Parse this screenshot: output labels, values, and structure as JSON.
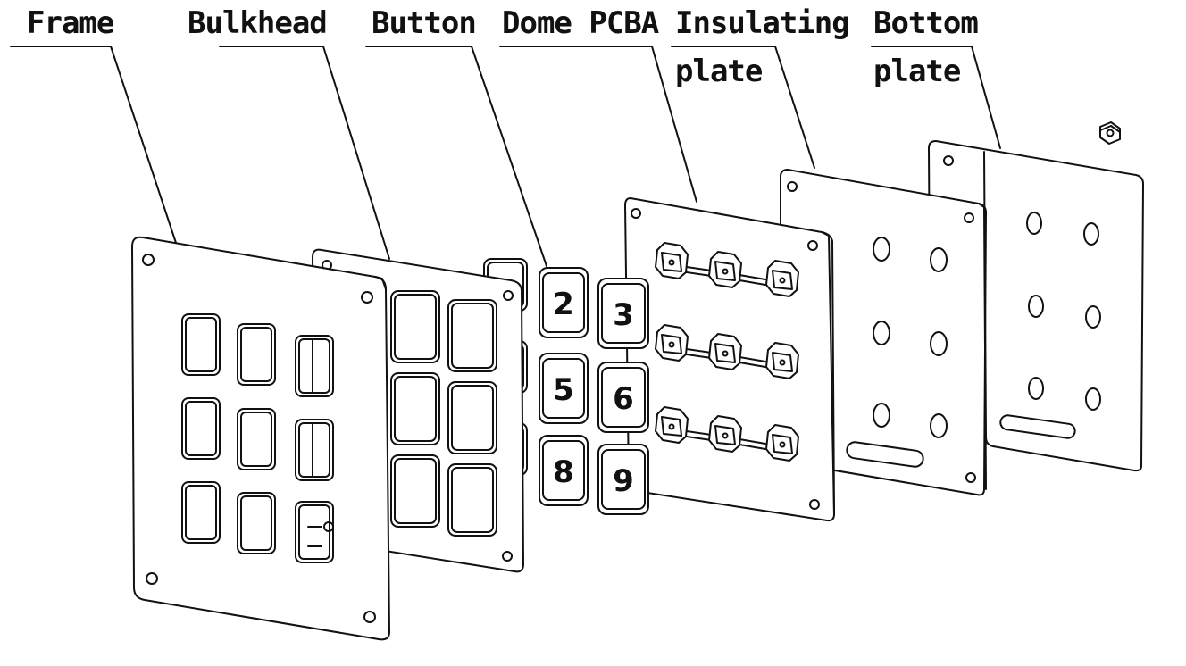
{
  "diagram": {
    "labels": {
      "frame": "Frame",
      "bulkhead": "Bulkhead",
      "button": "Button",
      "dome_pcba": "Dome PCBA",
      "insulating_line1": "Insulating",
      "insulating_line2": "plate",
      "bottom_line1": "Bottom",
      "bottom_line2": "plate"
    },
    "key_numbers": [
      "2",
      "3",
      "5",
      "6",
      "8",
      "9"
    ],
    "colors": {
      "line": "#111111",
      "background": "#ffffff"
    }
  }
}
